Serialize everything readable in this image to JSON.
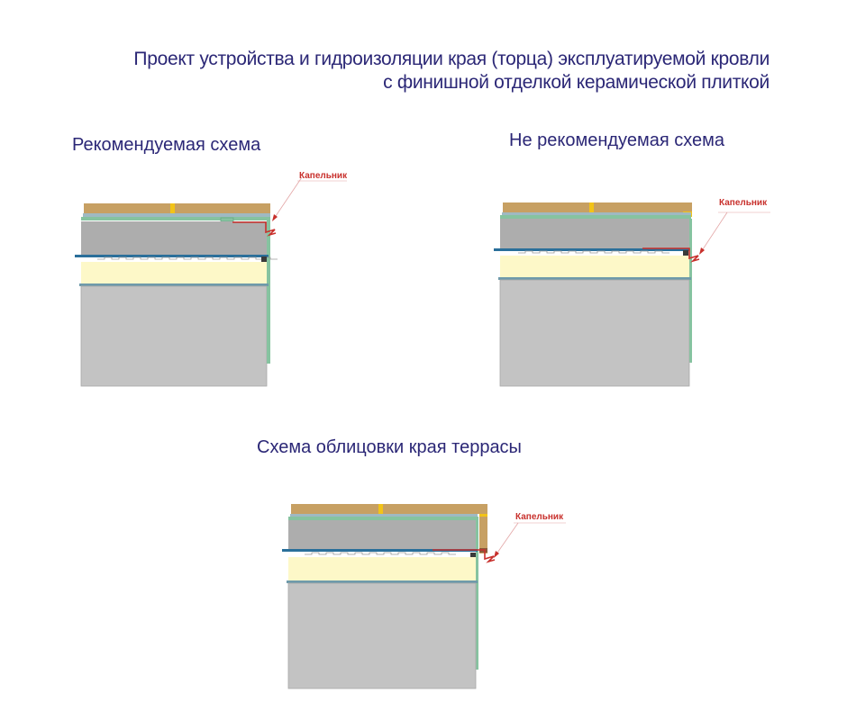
{
  "header": {
    "title_line1": "Проект устройства и гидроизоляции  края (торца) эксплуатируемой кровли",
    "title_line2": "с финишной отделкой керамической плиткой"
  },
  "diagrams": [
    {
      "id": "recommended",
      "caption": "Рекомендуемая схема",
      "drip_label": "Капельник"
    },
    {
      "id": "not-recommended",
      "caption": "Не рекомендуемая схема",
      "drip_label": "Капельник"
    },
    {
      "id": "terrace-cladding",
      "caption": "Схема облицовки края террасы",
      "drip_label": "Капельник"
    }
  ],
  "colors": {
    "title_text": "#2b2776",
    "tile": "#c7a063",
    "tile_joint": "#f2c318",
    "membrane_green": "#86c3a0",
    "screed_gray": "#adadad",
    "slab_gray": "#c3c3c3",
    "insulation_yellow": "#fdf8c8",
    "waterproof_blue": "#2a6f9a",
    "drip_red": "#c8302c"
  }
}
